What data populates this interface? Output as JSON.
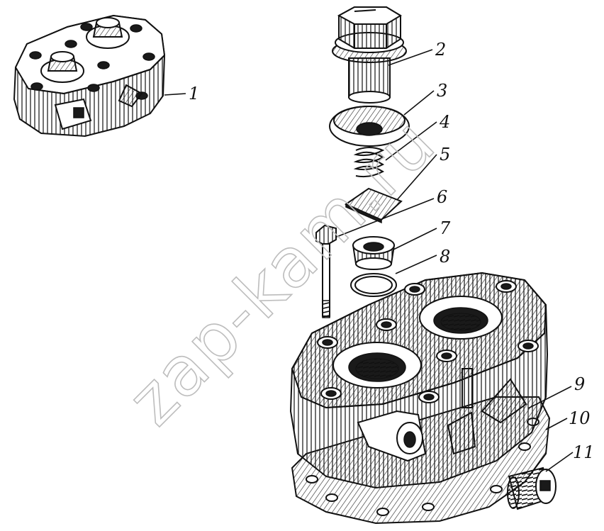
{
  "diagram": {
    "watermark": "zap-kam.ru",
    "callouts": [
      {
        "id": "1",
        "label": "1"
      },
      {
        "id": "2",
        "label": "2"
      },
      {
        "id": "3",
        "label": "3"
      },
      {
        "id": "4",
        "label": "4"
      },
      {
        "id": "5",
        "label": "5"
      },
      {
        "id": "6",
        "label": "6"
      },
      {
        "id": "7",
        "label": "7"
      },
      {
        "id": "8",
        "label": "8"
      },
      {
        "id": "9",
        "label": "9"
      },
      {
        "id": "10",
        "label": "10"
      },
      {
        "id": "11",
        "label": "11"
      }
    ]
  }
}
